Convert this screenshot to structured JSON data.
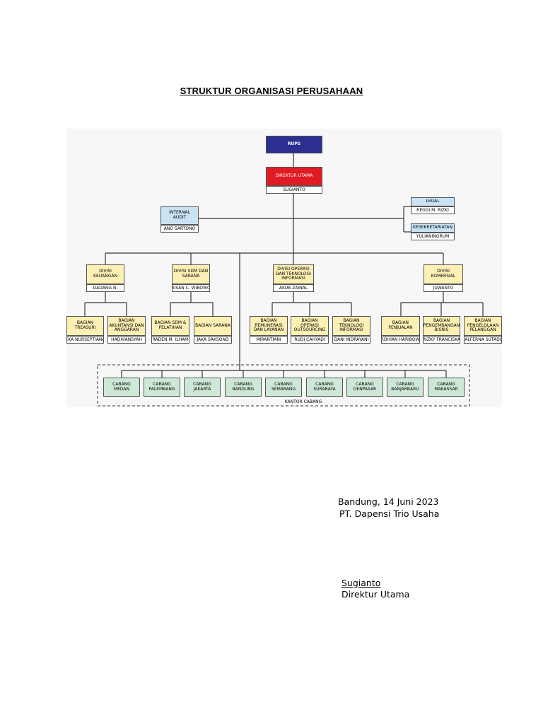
{
  "title": "STRUKTUR ORGANISASI PERUSAHAAN",
  "colors": {
    "rups": "#2b2f8f",
    "direktur": "#e01b24",
    "staff_unit": "#c9e3f5",
    "division": "#fdf0b4",
    "branch": "#cde8d6",
    "connector": "#333333"
  },
  "org": {
    "rups": "RUPS",
    "direktur_utama": {
      "title": "DIREKTUR UTAMA",
      "name": "SUGIANTO"
    },
    "internal_audit": {
      "title": "INTERNAL AUDIT",
      "name": "ANO SARTONO"
    },
    "legal": {
      "title": "LEGAL",
      "name": "REGGI M. RIZKI"
    },
    "kesekretariatan": {
      "title": "KESEKRETARIATAN",
      "name": "YULIANINGRUM"
    },
    "divisions": [
      {
        "title": "DIVISI KEUANGAN",
        "name": "DADANG N."
      },
      {
        "title": "DIVISI SDM DAN SARANA",
        "name": "RISAN C. WIBOWO"
      },
      {
        "title": "DIVISI OPERASI DAN TEKNOLOGI INFORMASI",
        "name": "AKUB ZAINAL"
      },
      {
        "title": "DIVISI KOMERSIAL",
        "name": "JUWANTO"
      }
    ],
    "sections": [
      {
        "title": "BAGIAN TREASURI",
        "name": "EKA NURSEPTIANA"
      },
      {
        "title": "BAGIAN AKUNTANSI DAN ANGGARAN",
        "name": "HADHIANSYAH"
      },
      {
        "title": "BAGIAN SDM & PELATIHAN",
        "name": "RADEN M. ILHAM"
      },
      {
        "title": "BAGIAN SARANA",
        "name": "JAKA SAKSONO"
      },
      {
        "title": "BAGIAN REMUNERASI DAN LAYANAN",
        "name": "MIRANTIANI"
      },
      {
        "title": "BAGIAN OPERASI OUTSOURCING",
        "name": "RUDI CAHYADI"
      },
      {
        "title": "BAGIAN TEKNOLOGI INFORMASI",
        "name": "DANI INDRAYANI"
      },
      {
        "title": "BAGIAN PENJUALAN",
        "name": "ARDHIAN HARIBOWO"
      },
      {
        "title": "BAGIAN PENGEMBANGAN BISNIS",
        "name": "RIZKY FRANCISKA"
      },
      {
        "title": "BAGIAN PENGELOLAAN PELANGGAN",
        "name": "ALFERNA SUTADI"
      }
    ],
    "branches": [
      "CABANG MEDAN",
      "CABANG PALEMBANG",
      "CABANG JAKARTA",
      "CABANG BANDUNG",
      "CABANG SEMARANG",
      "CABANG SURABAYA",
      "CABANG DENPASAR",
      "CABANG BANJARBARU",
      "CABANG MAKASSAR"
    ],
    "kantor_cabang": "KANTOR CABANG"
  },
  "signature": {
    "place_date": "Bandung, 14 Juni 2023",
    "company": "PT. Dapensi Trio Usaha",
    "name": "Sugianto",
    "position": "Direktur Utama"
  }
}
